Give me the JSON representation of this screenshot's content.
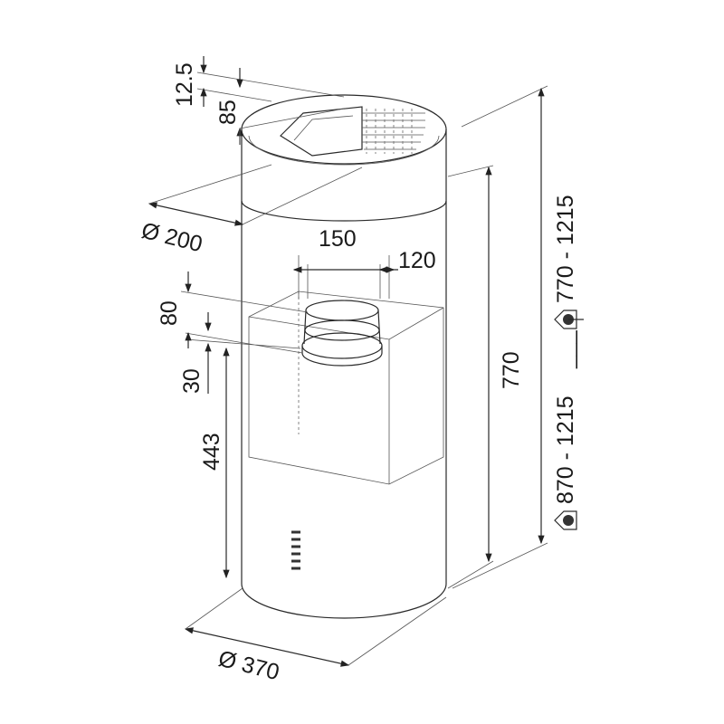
{
  "drawing": {
    "dimensions": {
      "top_gap": "12.5",
      "ring_height": "85",
      "duct_diameter": "Ø 200",
      "outlet_outer": "150",
      "outlet_inner": "120",
      "outlet_height": "80",
      "outlet_offset": "30",
      "box_to_bottom": "443",
      "body_height": "770",
      "body_diameter": "Ø 370",
      "range_ceiling": "870 - 1215",
      "range_connector": "___",
      "range_recirc": "770 - 1215"
    },
    "icons": [
      "ducted-extraction-icon",
      "recirculation-icon"
    ]
  }
}
